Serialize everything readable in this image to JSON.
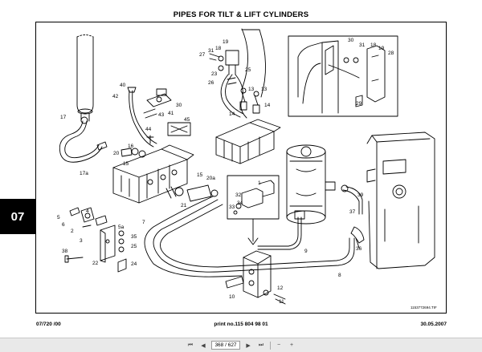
{
  "title": "PIPES FOR TILT & LIFT CYLINDERS",
  "section_tab": "07",
  "image_ref": "1153772694.TIF",
  "footer": {
    "left": "07/720 /00",
    "center": "print no.115 804 98 01",
    "right": "30.05.2007"
  },
  "viewer": {
    "page_display": "368 / 627"
  },
  "callouts": [
    {
      "label": "19"
    },
    {
      "label": "18"
    },
    {
      "label": "31"
    },
    {
      "label": "27"
    },
    {
      "label": "23"
    },
    {
      "label": "26"
    },
    {
      "label": "25"
    },
    {
      "label": "13"
    },
    {
      "label": "13"
    },
    {
      "label": "14"
    },
    {
      "label": "14"
    },
    {
      "label": "40"
    },
    {
      "label": "42"
    },
    {
      "label": "30"
    },
    {
      "label": "43"
    },
    {
      "label": "41"
    },
    {
      "label": "44"
    },
    {
      "label": "45"
    },
    {
      "label": "17"
    },
    {
      "label": "20"
    },
    {
      "label": "16"
    },
    {
      "label": "15"
    },
    {
      "label": "17a"
    },
    {
      "label": "15"
    },
    {
      "label": "20a"
    },
    {
      "label": "21"
    },
    {
      "label": "1"
    },
    {
      "label": "32"
    },
    {
      "label": "34"
    },
    {
      "label": "33"
    },
    {
      "label": "5"
    },
    {
      "label": "6"
    },
    {
      "label": "2"
    },
    {
      "label": "4"
    },
    {
      "label": "3"
    },
    {
      "label": "5a"
    },
    {
      "label": "35"
    },
    {
      "label": "25"
    },
    {
      "label": "22"
    },
    {
      "label": "24"
    },
    {
      "label": "38"
    },
    {
      "label": "7"
    },
    {
      "label": "9"
    },
    {
      "label": "8"
    },
    {
      "label": "12"
    },
    {
      "label": "11"
    },
    {
      "label": "10"
    },
    {
      "label": "39"
    },
    {
      "label": "37"
    },
    {
      "label": "36"
    },
    {
      "label": "30"
    },
    {
      "label": "31"
    },
    {
      "label": "18"
    },
    {
      "label": "19"
    },
    {
      "label": "28"
    },
    {
      "label": "29"
    }
  ]
}
